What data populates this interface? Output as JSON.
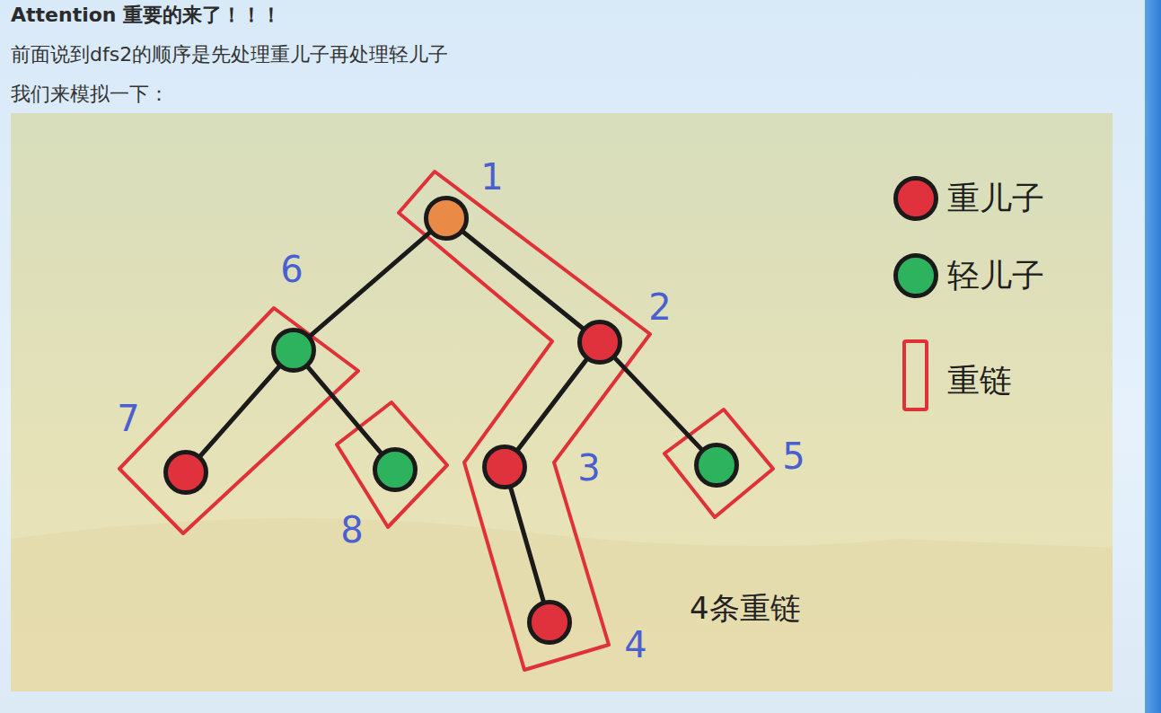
{
  "diagram": {
    "title": "Attention 重要的来了！！！",
    "nodes": [
      {
        "text": [
          "1"
        ]
      },
      {
        "text": [
          "2"
        ]
      },
      {
        "text": [
          "3"
        ]
      },
      {
        "text": [
          "4"
        ]
      },
      {
        "text": [
          "5"
        ]
      },
      {
        "text": [
          "6"
        ]
      },
      {
        "text": [
          "7"
        ]
      },
      {
        "text": [
          "8"
        ]
      }
    ],
    "edges": [
      {
        "from": 0,
        "to": 5,
        "arrow": "none"
      },
      {
        "from": 0,
        "to": 1,
        "arrow": "none"
      },
      {
        "from": 5,
        "to": 6,
        "arrow": "none"
      },
      {
        "from": 5,
        "to": 7,
        "arrow": "none"
      },
      {
        "from": 1,
        "to": 2,
        "arrow": "none"
      },
      {
        "from": 1,
        "to": 4,
        "arrow": "none"
      },
      {
        "from": 2,
        "to": 3,
        "arrow": "none"
      }
    ],
    "labels": [
      "前面说到dfs2的顺序是先处理重儿子再处理轻儿子",
      "我们来模拟一下：",
      "4条重链"
    ],
    "legend": [
      {
        "text": "重儿子",
        "color": "#e0323c"
      },
      {
        "text": "轻儿子",
        "color": "#2db35d"
      },
      {
        "text": "重链"
      }
    ]
  }
}
